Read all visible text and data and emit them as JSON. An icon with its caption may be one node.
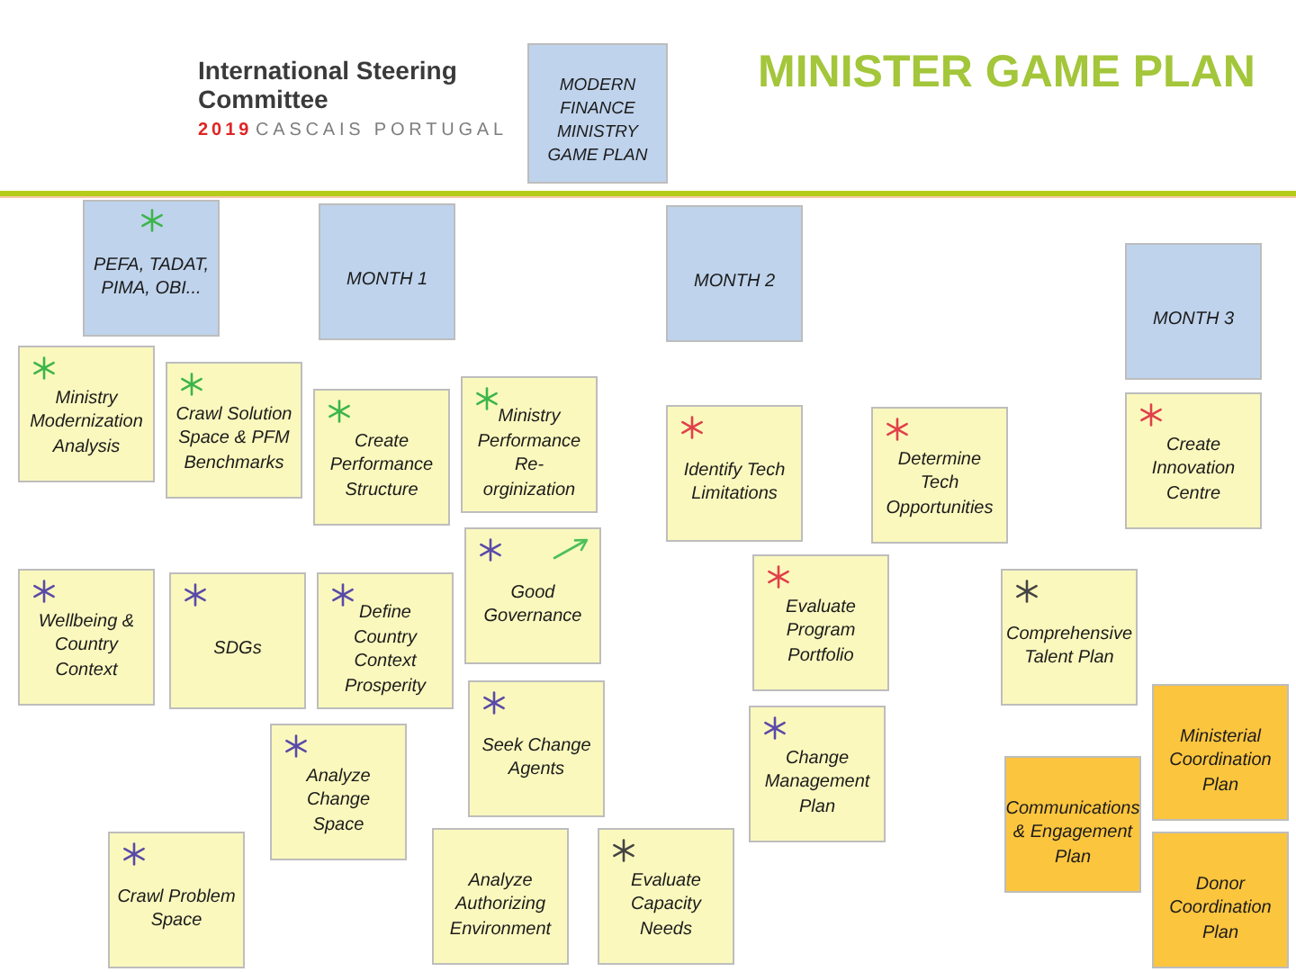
{
  "diagram": {
    "title": "MINISTER GAME PLAN",
    "nodes": [
      {
        "text": [
          "MODERN FINANCE MINISTRY GAME PLAN"
        ]
      },
      {
        "text": [
          "PEFA, TADAT, PIMA, OBI..."
        ]
      },
      {
        "text": [
          "MONTH 1"
        ]
      },
      {
        "text": [
          "MONTH 2"
        ]
      },
      {
        "text": [
          "MONTH 3"
        ]
      },
      {
        "text": [
          "Ministry Modernization Analysis"
        ]
      },
      {
        "text": [
          "Crawl Solution Space & PFM Benchmarks"
        ]
      },
      {
        "text": [
          "Create Performance Structure"
        ]
      },
      {
        "text": [
          "Ministry Performance Re-orginization"
        ]
      },
      {
        "text": [
          "Identify Tech Limitations"
        ]
      },
      {
        "text": [
          "Determine Tech Opportunities"
        ]
      },
      {
        "text": [
          "Create Innovation Centre"
        ]
      },
      {
        "text": [
          "Good Governance"
        ]
      },
      {
        "text": [
          "Evaluate Program Portfolio"
        ]
      },
      {
        "text": [
          "Wellbeing & Country Context"
        ]
      },
      {
        "text": [
          "SDGs"
        ]
      },
      {
        "text": [
          "Define Country Context Prosperity"
        ]
      },
      {
        "text": [
          "Comprehensive Talent Plan"
        ]
      },
      {
        "text": [
          "Change Management Plan"
        ]
      },
      {
        "text": [
          "Analyze Change Space"
        ]
      },
      {
        "text": [
          "Seek Change Agents"
        ]
      },
      {
        "text": [
          "Ministerial Coordination Plan"
        ]
      },
      {
        "text": [
          "Communications & Engagement Plan"
        ]
      },
      {
        "text": [
          "Crawl Problem Space"
        ]
      },
      {
        "text": [
          "Analyze Authorizing Environment"
        ]
      },
      {
        "text": [
          "Evaluate Capacity Needs"
        ]
      },
      {
        "text": [
          "Donor Coordination Plan"
        ]
      }
    ],
    "labels": [
      "International Steering Committee",
      "2019",
      "CASCAIS PORTUGAL"
    ]
  }
}
